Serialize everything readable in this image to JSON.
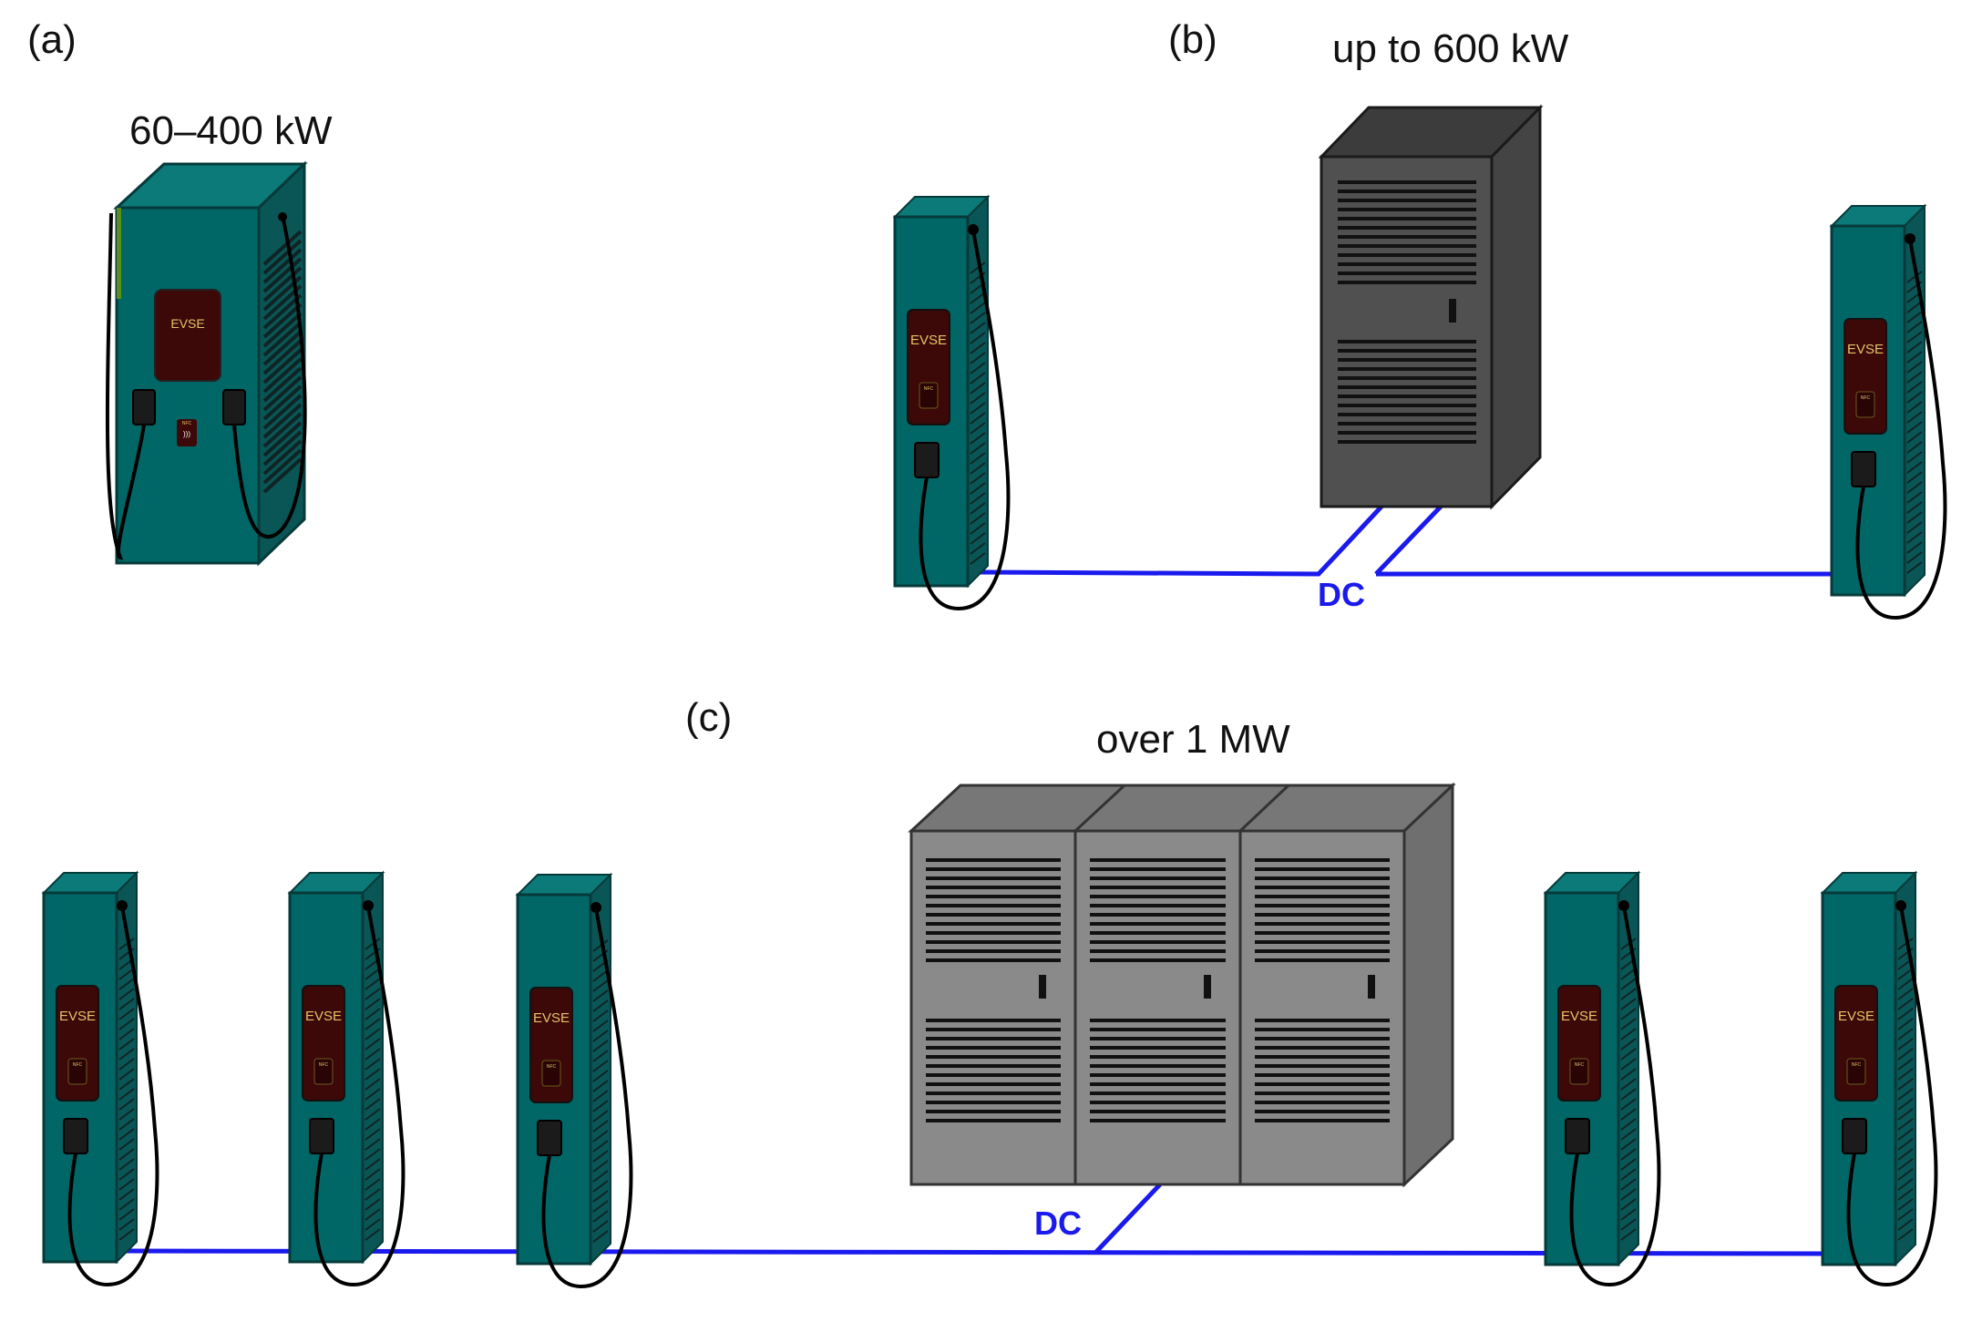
{
  "panels": {
    "a": {
      "label": "(a)",
      "power": "60–400 kW"
    },
    "b": {
      "label": "(b)",
      "power": "up to 600 kW",
      "link": "DC"
    },
    "c": {
      "label": "(c)",
      "power": "over 1 MW",
      "link": "DC"
    }
  },
  "charger": {
    "display": "EVSE",
    "nfc": "NFC"
  },
  "colors": {
    "charger_body": "#006666",
    "charger_top": "#0b7a78",
    "charger_side": "#0a5656",
    "display_bg": "#3c0808",
    "display_text": "#e4c468",
    "cabinet_b_front": "#505050",
    "cabinet_b_top": "#3c3c3c",
    "cabinet_b_side": "#444444",
    "cabinet_c_front": "#8a8a8a",
    "cabinet_c_top": "#777777",
    "cabinet_c_side": "#6f6f6f",
    "vent": "#111111",
    "dc_line": "#1a1aee",
    "cable": "#000000",
    "text": "#111111"
  },
  "icons": [
    "evse-charger-icon",
    "power-cabinet-icon",
    "charging-cable-icon",
    "nfc-reader-icon",
    "charging-plug-icon"
  ]
}
